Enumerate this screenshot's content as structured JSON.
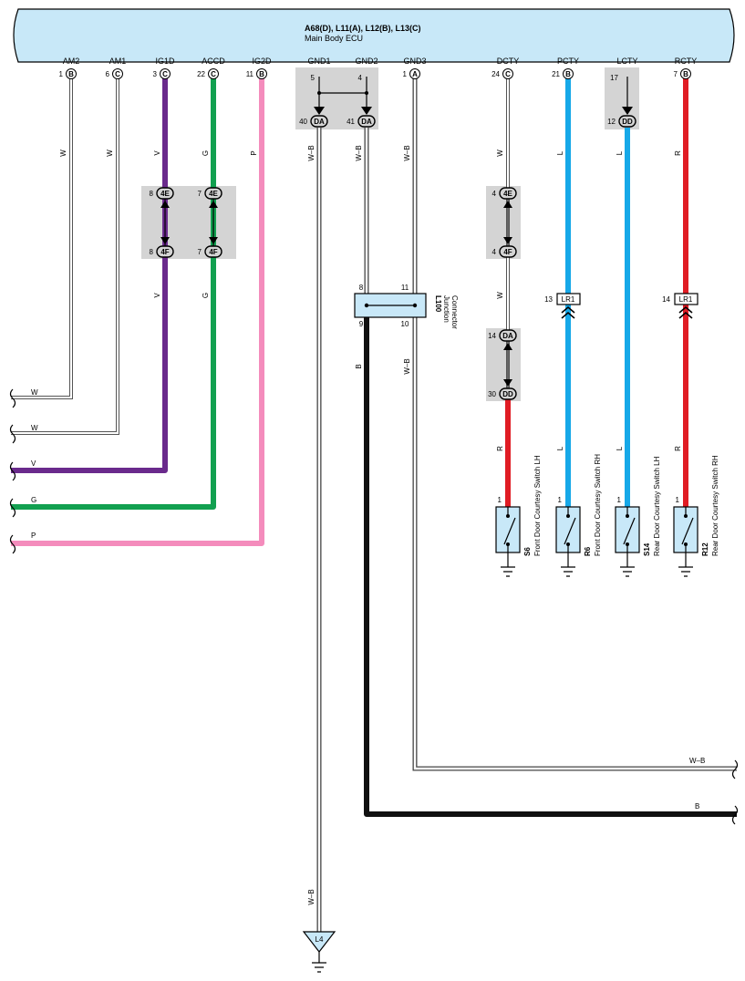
{
  "ecu": {
    "code": "A68(D), L11(A), L12(B), L13(C)",
    "name": "Main Body ECU",
    "fill_color": "#c8e8f8"
  },
  "terminals": [
    {
      "name": "AM2",
      "pin": "1",
      "conn": "B"
    },
    {
      "name": "AM1",
      "pin": "6",
      "conn": "C"
    },
    {
      "name": "IG1D",
      "pin": "3",
      "conn": "C"
    },
    {
      "name": "ACCD",
      "pin": "22",
      "conn": "C"
    },
    {
      "name": "IG2D",
      "pin": "11",
      "conn": "B"
    },
    {
      "name": "GND1",
      "pin": "5",
      "conn": ""
    },
    {
      "name": "GND2",
      "pin": "4",
      "conn": ""
    },
    {
      "name": "GND3",
      "pin": "1",
      "conn": "A"
    },
    {
      "name": "DCTY",
      "pin": "24",
      "conn": "C"
    },
    {
      "name": "PCTY",
      "pin": "21",
      "conn": "B"
    },
    {
      "name": "LCTY",
      "pin": "17",
      "conn": ""
    },
    {
      "name": "RCTY",
      "pin": "7",
      "conn": "B"
    }
  ],
  "wire_colors": {
    "white": "#ffffff",
    "violet": "#6a2a8c",
    "green": "#12a050",
    "pink": "#f48cbc",
    "blue": "#16a8e8",
    "red": "#e01c24",
    "black": "#111111"
  },
  "wire_labels": {
    "w": "W",
    "v": "V",
    "g": "G",
    "p": "P",
    "wb": "W–B",
    "b": "B",
    "l": "L",
    "r": "R"
  },
  "connectors": {
    "da_40": {
      "pin": "40",
      "code": "DA"
    },
    "da_41": {
      "pin": "41",
      "code": "DA"
    },
    "dd_12": {
      "pin": "12",
      "code": "DD"
    },
    "e4_8": {
      "pin": "8",
      "code": "4E"
    },
    "e4_7": {
      "pin": "7",
      "code": "4E"
    },
    "f4_8": {
      "pin": "8",
      "code": "4F"
    },
    "f4_7": {
      "pin": "7",
      "code": "4F"
    },
    "e4_4": {
      "pin": "4",
      "code": "4E"
    },
    "f4_4": {
      "pin": "4",
      "code": "4F"
    },
    "da_14": {
      "pin": "14",
      "code": "DA"
    },
    "dd_30": {
      "pin": "30",
      "code": "DD"
    },
    "lr1_13": {
      "pin": "13",
      "code": "LR1"
    },
    "lr1_14": {
      "pin": "14",
      "code": "LR1"
    }
  },
  "junction": {
    "code": "L100",
    "name_line1": "Junction",
    "name_line2": "Connector",
    "pins": {
      "tl": "8",
      "tr": "11",
      "bl": "9",
      "br": "10"
    }
  },
  "switches": [
    {
      "code": "S6",
      "name": "Front Door Courtesy Switch LH",
      "pin": "1"
    },
    {
      "code": "R6",
      "name": "Front Door Courtesy Switch RH",
      "pin": "1"
    },
    {
      "code": "S14",
      "name": "Rear Door Courtesy Switch LH",
      "pin": "1"
    },
    {
      "code": "R12",
      "name": "Rear Door Courtesy Switch RH",
      "pin": "1"
    }
  ],
  "ground_point": {
    "code": "L4"
  }
}
